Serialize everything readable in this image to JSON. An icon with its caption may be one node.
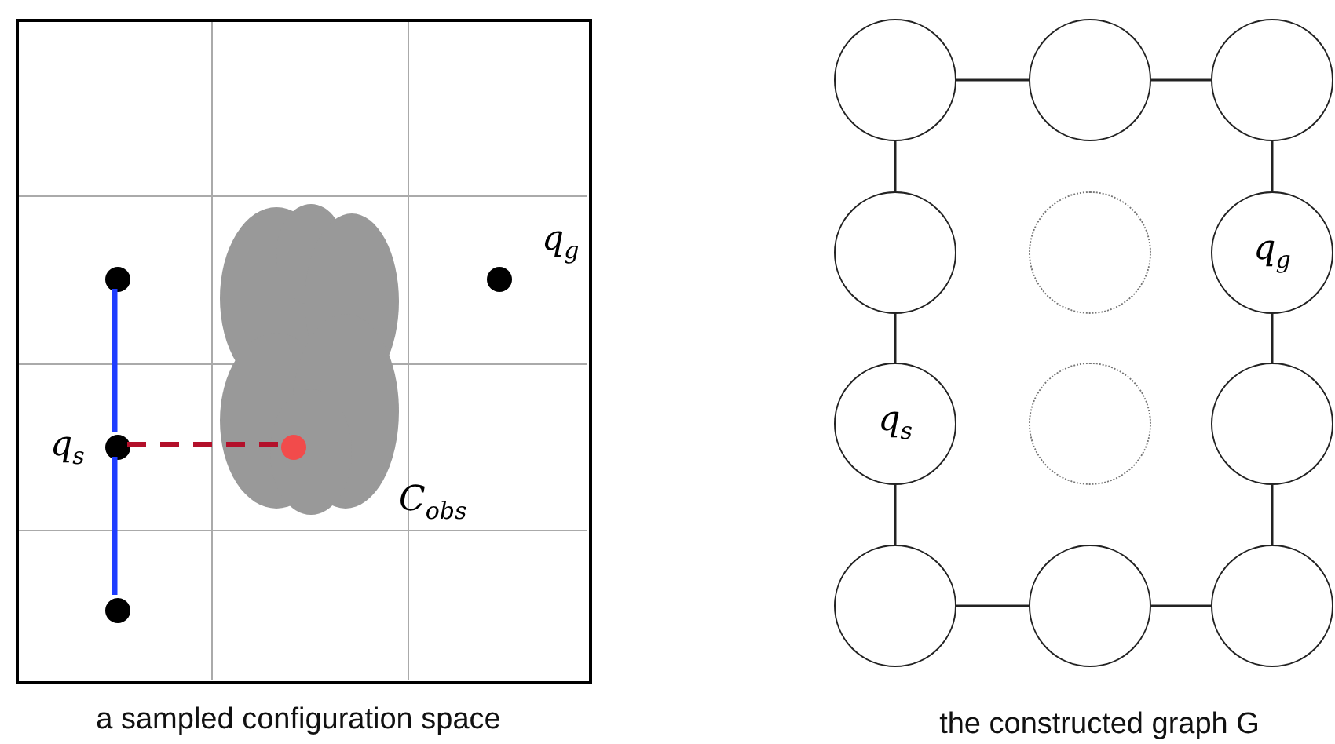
{
  "diagram": {
    "nodes": [
      {
        "text": [],
        "shape": "box"
      },
      {
        "text": [],
        "shape": "circle",
        "in": 0
      },
      {
        "text": [],
        "shape": "circle",
        "in": 0,
        "beside": [
          "q$_{s}$"
        ]
      },
      {
        "text": [],
        "shape": "circle",
        "in": 0
      },
      {
        "text": [],
        "shape": "circle",
        "in": 0,
        "beside": [
          "q$_{g}$"
        ]
      },
      {
        "text": [],
        "shape": "cloud",
        "in": 0,
        "beside": [
          "C$_{obs}$"
        ]
      },
      {
        "text": [],
        "shape": "circle",
        "in": 5
      },
      {
        "text": [],
        "shape": "circle"
      },
      {
        "text": [],
        "shape": "circle"
      },
      {
        "text": [],
        "shape": "circle"
      },
      {
        "text": [],
        "shape": "circle"
      },
      {
        "text": [],
        "shape": "circle"
      },
      {
        "text": [
          "q$_{g}$"
        ]
      },
      {
        "text": [
          "q$_{s}$"
        ]
      },
      {
        "text": [],
        "shape": "circle"
      },
      {
        "text": [],
        "shape": "circle"
      },
      {
        "text": [],
        "shape": "circle"
      },
      {
        "text": [],
        "shape": "circle"
      },
      {
        "text": [],
        "shape": "circle"
      }
    ],
    "edges": [
      {
        "from": 1,
        "to": 2,
        "arrow": "none",
        "style": "thick",
        "color": "#1f3dff"
      },
      {
        "from": 2,
        "to": 3,
        "arrow": "none",
        "style": "thick",
        "color": "#1f3dff"
      },
      {
        "from": 2,
        "to": 6,
        "arrow": "none",
        "style": "dashed",
        "color": "#b3102a"
      },
      {
        "from": 7,
        "to": 8,
        "arrow": "none"
      },
      {
        "from": 8,
        "to": 9,
        "arrow": "none"
      },
      {
        "from": 7,
        "to": 10,
        "arrow": "none"
      },
      {
        "from": 9,
        "to": 12,
        "arrow": "none"
      },
      {
        "from": 10,
        "to": 13,
        "arrow": "none"
      },
      {
        "from": 12,
        "to": 15,
        "arrow": "none"
      },
      {
        "from": 13,
        "to": 16,
        "arrow": "none"
      },
      {
        "from": 15,
        "to": 18,
        "arrow": "none"
      },
      {
        "from": 16,
        "to": 17,
        "arrow": "none"
      },
      {
        "from": 17,
        "to": 18,
        "arrow": "none"
      }
    ],
    "labels": [
      "a sampled configuration space",
      "the constructed graph G"
    ]
  }
}
